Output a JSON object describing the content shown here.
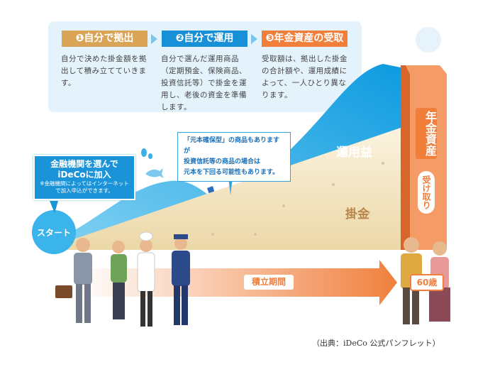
{
  "steps": [
    {
      "label": "❶自分で拠出",
      "color": "#d9a456",
      "text": "自分で決めた掛金額を拠出して積み立てていきます。"
    },
    {
      "label": "❷自分で運用",
      "color": "#1790d8",
      "text": "自分で選んだ運用商品（定期預金、保険商品、投資信託等）で掛金を運用し、老後の資金を準備します。"
    },
    {
      "label": "❸年金資産の受取",
      "color": "#f07f3c",
      "text": "受取額は、拠出した掛金の合計額や、運用成績によって、一人ひとり異なります。"
    }
  ],
  "join_callout": {
    "title1": "金融機関を選んで",
    "title2": "iDeCoに加入",
    "note1": "※金融機関によってはインターネット",
    "note2": "で加入申込ができます。"
  },
  "start_label": "スタート",
  "risk_note": {
    "line1": "「元本確保型」の商品もありますが",
    "line2": "投資信託等の商品の場合は",
    "line3": "元本を下回る可能性もあります。"
  },
  "labels": {
    "returns": "運用益",
    "contributions": "掛金",
    "period": "積立期間",
    "age": "60歳",
    "pension_assets": "年金資産",
    "receive": "受け取り"
  },
  "caption": "（出典：iDeCo 公式パンフレット）"
}
